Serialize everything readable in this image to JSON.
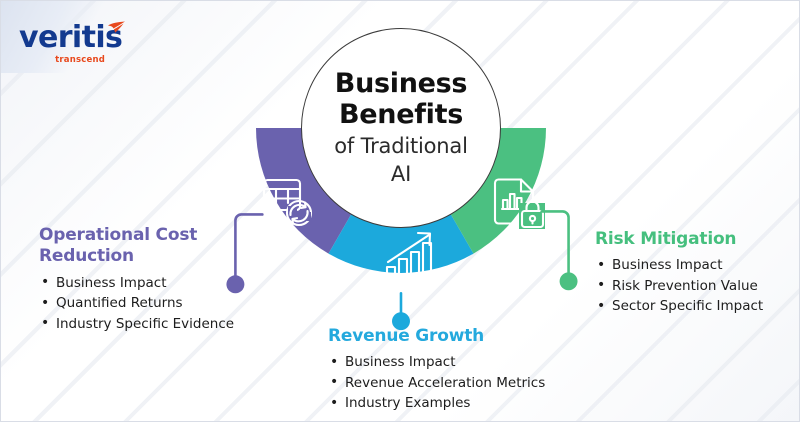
{
  "brand": {
    "name": "veritis",
    "tagline": "transcend",
    "swoosh_icon": "swoosh-icon",
    "name_color": "#133a8f",
    "tagline_color": "#e8491d"
  },
  "center": {
    "line1": "Business",
    "line2": "Benefits",
    "line3": "of Traditional",
    "line4": "AI"
  },
  "colors": {
    "purple": "#6a62ae",
    "cyan": "#1ca9dc",
    "green": "#4bc081",
    "background": "#ffffff",
    "border": "#d9dde6",
    "circle_outline": "#3b3b3b"
  },
  "segments": [
    {
      "id": "operational-cost-reduction",
      "color": "#6a62ae",
      "icon": "spreadsheet-sync-icon",
      "heading": "Operational Cost Reduction",
      "bullets": [
        "Business Impact",
        "Quantified Returns",
        "Industry Specific Evidence"
      ]
    },
    {
      "id": "revenue-growth",
      "color": "#1ca9dc",
      "icon": "bar-chart-growth-icon",
      "heading": "Revenue Growth",
      "bullets": [
        "Business Impact",
        "Revenue Acceleration Metrics",
        "Industry Examples"
      ]
    },
    {
      "id": "risk-mitigation",
      "color": "#4bc081",
      "icon": "document-chart-lock-icon",
      "heading": "Risk Mitigation",
      "bullets": [
        "Business Impact",
        "Risk Prevention Value",
        "Sector Specific Impact"
      ]
    }
  ]
}
